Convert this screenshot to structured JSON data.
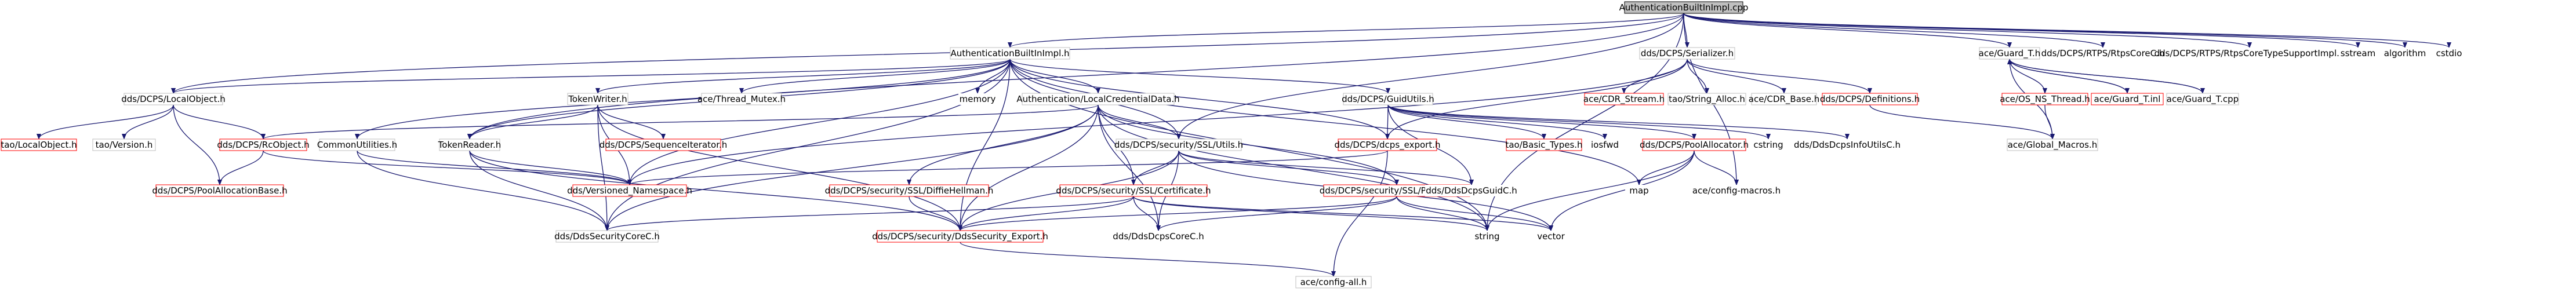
{
  "diagram": {
    "root": "AuthenticationBuiltInImpl.cpp",
    "colors": {
      "normal_border": "#bfbfbf",
      "missing_border": "#ff0000",
      "root_fill": "#bfbfbf",
      "root_border": "#000000",
      "edge": "#191970",
      "text": "#000000"
    },
    "nodes": [
      {
        "id": "root",
        "label": "AuthenticationBuiltInImpl.cpp",
        "style": "root"
      },
      {
        "id": "abih",
        "label": "AuthenticationBuiltInImpl.h",
        "style": "normal"
      },
      {
        "id": "serializer",
        "label": "dds/DCPS/Serializer.h",
        "style": "normal"
      },
      {
        "id": "guardth",
        "label": "ace/Guard_T.h",
        "style": "normal"
      },
      {
        "id": "rtpscorec",
        "label": "dds/DCPS/RTPS/RtpsCoreC.h",
        "style": "plain"
      },
      {
        "id": "rtpscoretype",
        "label": "dds/DCPS/RTPS/RtpsCoreTypeSupportImpl.h",
        "style": "plain"
      },
      {
        "id": "sstream",
        "label": "sstream",
        "style": "plain"
      },
      {
        "id": "algorithm",
        "label": "algorithm",
        "style": "plain"
      },
      {
        "id": "cstdio",
        "label": "cstdio",
        "style": "plain"
      },
      {
        "id": "localobject",
        "label": "dds/DCPS/LocalObject.h",
        "style": "normal"
      },
      {
        "id": "taolocalobject",
        "label": "tao/LocalObject.h",
        "style": "missing"
      },
      {
        "id": "taoversion",
        "label": "tao/Version.h",
        "style": "normal"
      },
      {
        "id": "rcobject",
        "label": "dds/DCPS/RcObject.h",
        "style": "missing"
      },
      {
        "id": "poolallocbase",
        "label": "dds/DCPS/PoolAllocationBase.h",
        "style": "missing"
      },
      {
        "id": "tokenwriter",
        "label": "TokenWriter.h",
        "style": "normal"
      },
      {
        "id": "seqiter",
        "label": "dds/DCPS/SequenceIterator.h",
        "style": "missing"
      },
      {
        "id": "commonutils",
        "label": "CommonUtilities.h",
        "style": "normal"
      },
      {
        "id": "tokenreader",
        "label": "TokenReader.h",
        "style": "normal"
      },
      {
        "id": "versioned",
        "label": "dds/Versioned_Namespace.h",
        "style": "missing"
      },
      {
        "id": "ddssecurityc",
        "label": "dds/DdsSecurityCoreC.h",
        "style": "normal"
      },
      {
        "id": "threadmutex",
        "label": "ace/Thread_Mutex.h",
        "style": "normal"
      },
      {
        "id": "memory",
        "label": "memory",
        "style": "plain"
      },
      {
        "id": "localcred",
        "label": "Authentication/LocalCredentialData.h",
        "style": "normal"
      },
      {
        "id": "guidutils",
        "label": "dds/DCPS/GuidUtils.h",
        "style": "normal"
      },
      {
        "id": "sslutils",
        "label": "dds/DCPS/security/SSL/Utils.h",
        "style": "normal"
      },
      {
        "id": "diffiehellman",
        "label": "dds/DCPS/security/SSL/DiffieHellman.h",
        "style": "missing"
      },
      {
        "id": "sslcert",
        "label": "dds/DCPS/security/SSL/Certificate.h",
        "style": "missing"
      },
      {
        "id": "privatekey",
        "label": "dds/DCPS/security/SSL/PrivateKey.h",
        "style": "missing"
      },
      {
        "id": "secexport",
        "label": "dds/DCPS/security/DdsSecurity_Export.h",
        "style": "missing"
      },
      {
        "id": "ddsdcpscorec",
        "label": "dds/DdsDcpsCoreC.h",
        "style": "plain"
      },
      {
        "id": "ddsdcpsguidc",
        "label": "dds/DdsDcpsGuidC.h",
        "style": "plain"
      },
      {
        "id": "aceconfigall",
        "label": "ace/config-all.h",
        "style": "normal"
      },
      {
        "id": "dcpsexport",
        "label": "dds/DCPS/dcps_export.h",
        "style": "missing"
      },
      {
        "id": "taobasic",
        "label": "tao/Basic_Types.h",
        "style": "missing"
      },
      {
        "id": "iosfwd",
        "label": "iosfwd",
        "style": "plain"
      },
      {
        "id": "pooldalloc",
        "label": "dds/DCPS/PoolAllocator.h",
        "style": "missing"
      },
      {
        "id": "cstring",
        "label": "cstring",
        "style": "plain"
      },
      {
        "id": "infoutils",
        "label": "dds/DdsDcpsInfoUtilsC.h",
        "style": "plain"
      },
      {
        "id": "cdrstream",
        "label": "ace/CDR_Stream.h",
        "style": "missing"
      },
      {
        "id": "stringalloc",
        "label": "tao/String_Alloc.h",
        "style": "normal"
      },
      {
        "id": "cdrbase",
        "label": "ace/CDR_Base.h",
        "style": "normal"
      },
      {
        "id": "definitions",
        "label": "dds/DCPS/Definitions.h",
        "style": "missing"
      },
      {
        "id": "map",
        "label": "map",
        "style": "plain"
      },
      {
        "id": "configmacros",
        "label": "ace/config-macros.h",
        "style": "plain"
      },
      {
        "id": "string",
        "label": "string",
        "style": "plain"
      },
      {
        "id": "vector",
        "label": "vector",
        "style": "plain"
      },
      {
        "id": "osnsthread",
        "label": "ace/OS_NS_Thread.h",
        "style": "missing"
      },
      {
        "id": "guardtinl",
        "label": "ace/Guard_T.inl",
        "style": "missing"
      },
      {
        "id": "guardtcpp",
        "label": "ace/Guard_T.cpp",
        "style": "normal"
      },
      {
        "id": "globalmacros",
        "label": "ace/Global_Macros.h",
        "style": "normal"
      }
    ]
  }
}
